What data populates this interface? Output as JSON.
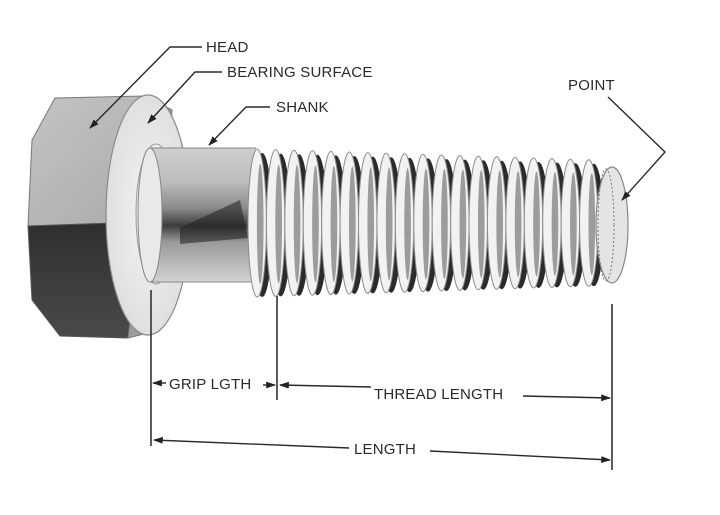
{
  "title": "Hex Bolt Anatomy",
  "labels": {
    "head": "HEAD",
    "bearing_surface": "BEARING SURFACE",
    "shank": "SHANK",
    "point": "POINT",
    "grip_length": "GRIP LGTH",
    "thread_length": "THREAD LENGTH",
    "length": "LENGTH"
  },
  "thread_count": 19,
  "colors": {
    "line": "#2a2a2a",
    "head_light": "#b8b8b8",
    "head_dark": "#3a3a3a",
    "washer": "#e6e6e6",
    "thread": "#f2f2f2",
    "thread_shadow": "#2b2b2b"
  }
}
